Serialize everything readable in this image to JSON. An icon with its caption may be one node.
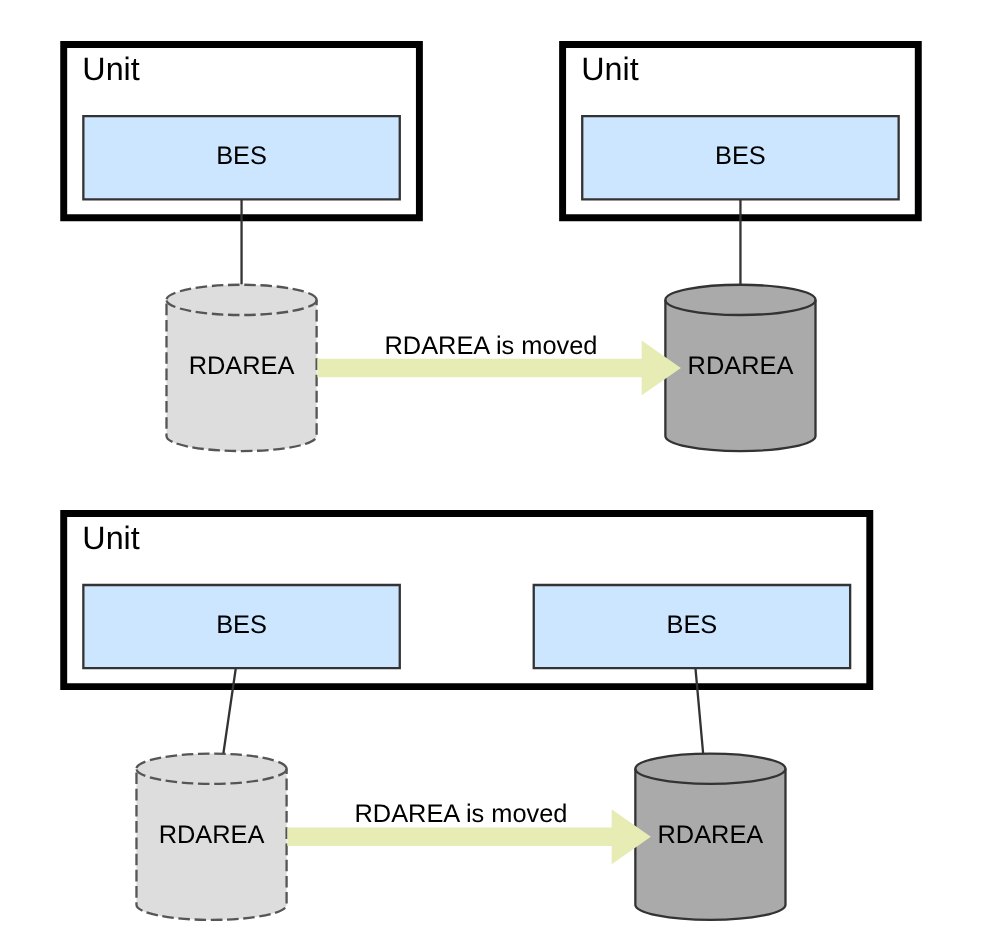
{
  "diagram": {
    "nodes": [
      {
        "text": [
          "Unit"
        ]
      },
      {
        "text": [
          "BES"
        ],
        "in": 0
      },
      {
        "text": [
          "RDAREA"
        ]
      },
      {
        "text": [
          "Unit"
        ]
      },
      {
        "text": [
          "BES"
        ],
        "in": 3
      },
      {
        "text": [
          "RDAREA"
        ]
      },
      {
        "text": [
          "Unit"
        ]
      },
      {
        "text": [
          "BES"
        ],
        "in": 6
      },
      {
        "text": [
          "BES"
        ],
        "in": 6
      },
      {
        "text": [
          "RDAREA"
        ]
      },
      {
        "text": [
          "RDAREA"
        ]
      }
    ],
    "edges": [
      {
        "from": 1,
        "to": 2,
        "arrow": "none"
      },
      {
        "from": 4,
        "to": 5,
        "arrow": "none"
      },
      {
        "from": 2,
        "to": 5,
        "arrow": "to",
        "label": "RDAREA is moved",
        "style": "thick",
        "color": "#e6ecb4"
      },
      {
        "from": 7,
        "to": 9,
        "arrow": "none"
      },
      {
        "from": 8,
        "to": 10,
        "arrow": "none"
      },
      {
        "from": 9,
        "to": 10,
        "arrow": "to",
        "label": "RDAREA is moved",
        "style": "thick",
        "color": "#e6ecb4"
      }
    ]
  }
}
